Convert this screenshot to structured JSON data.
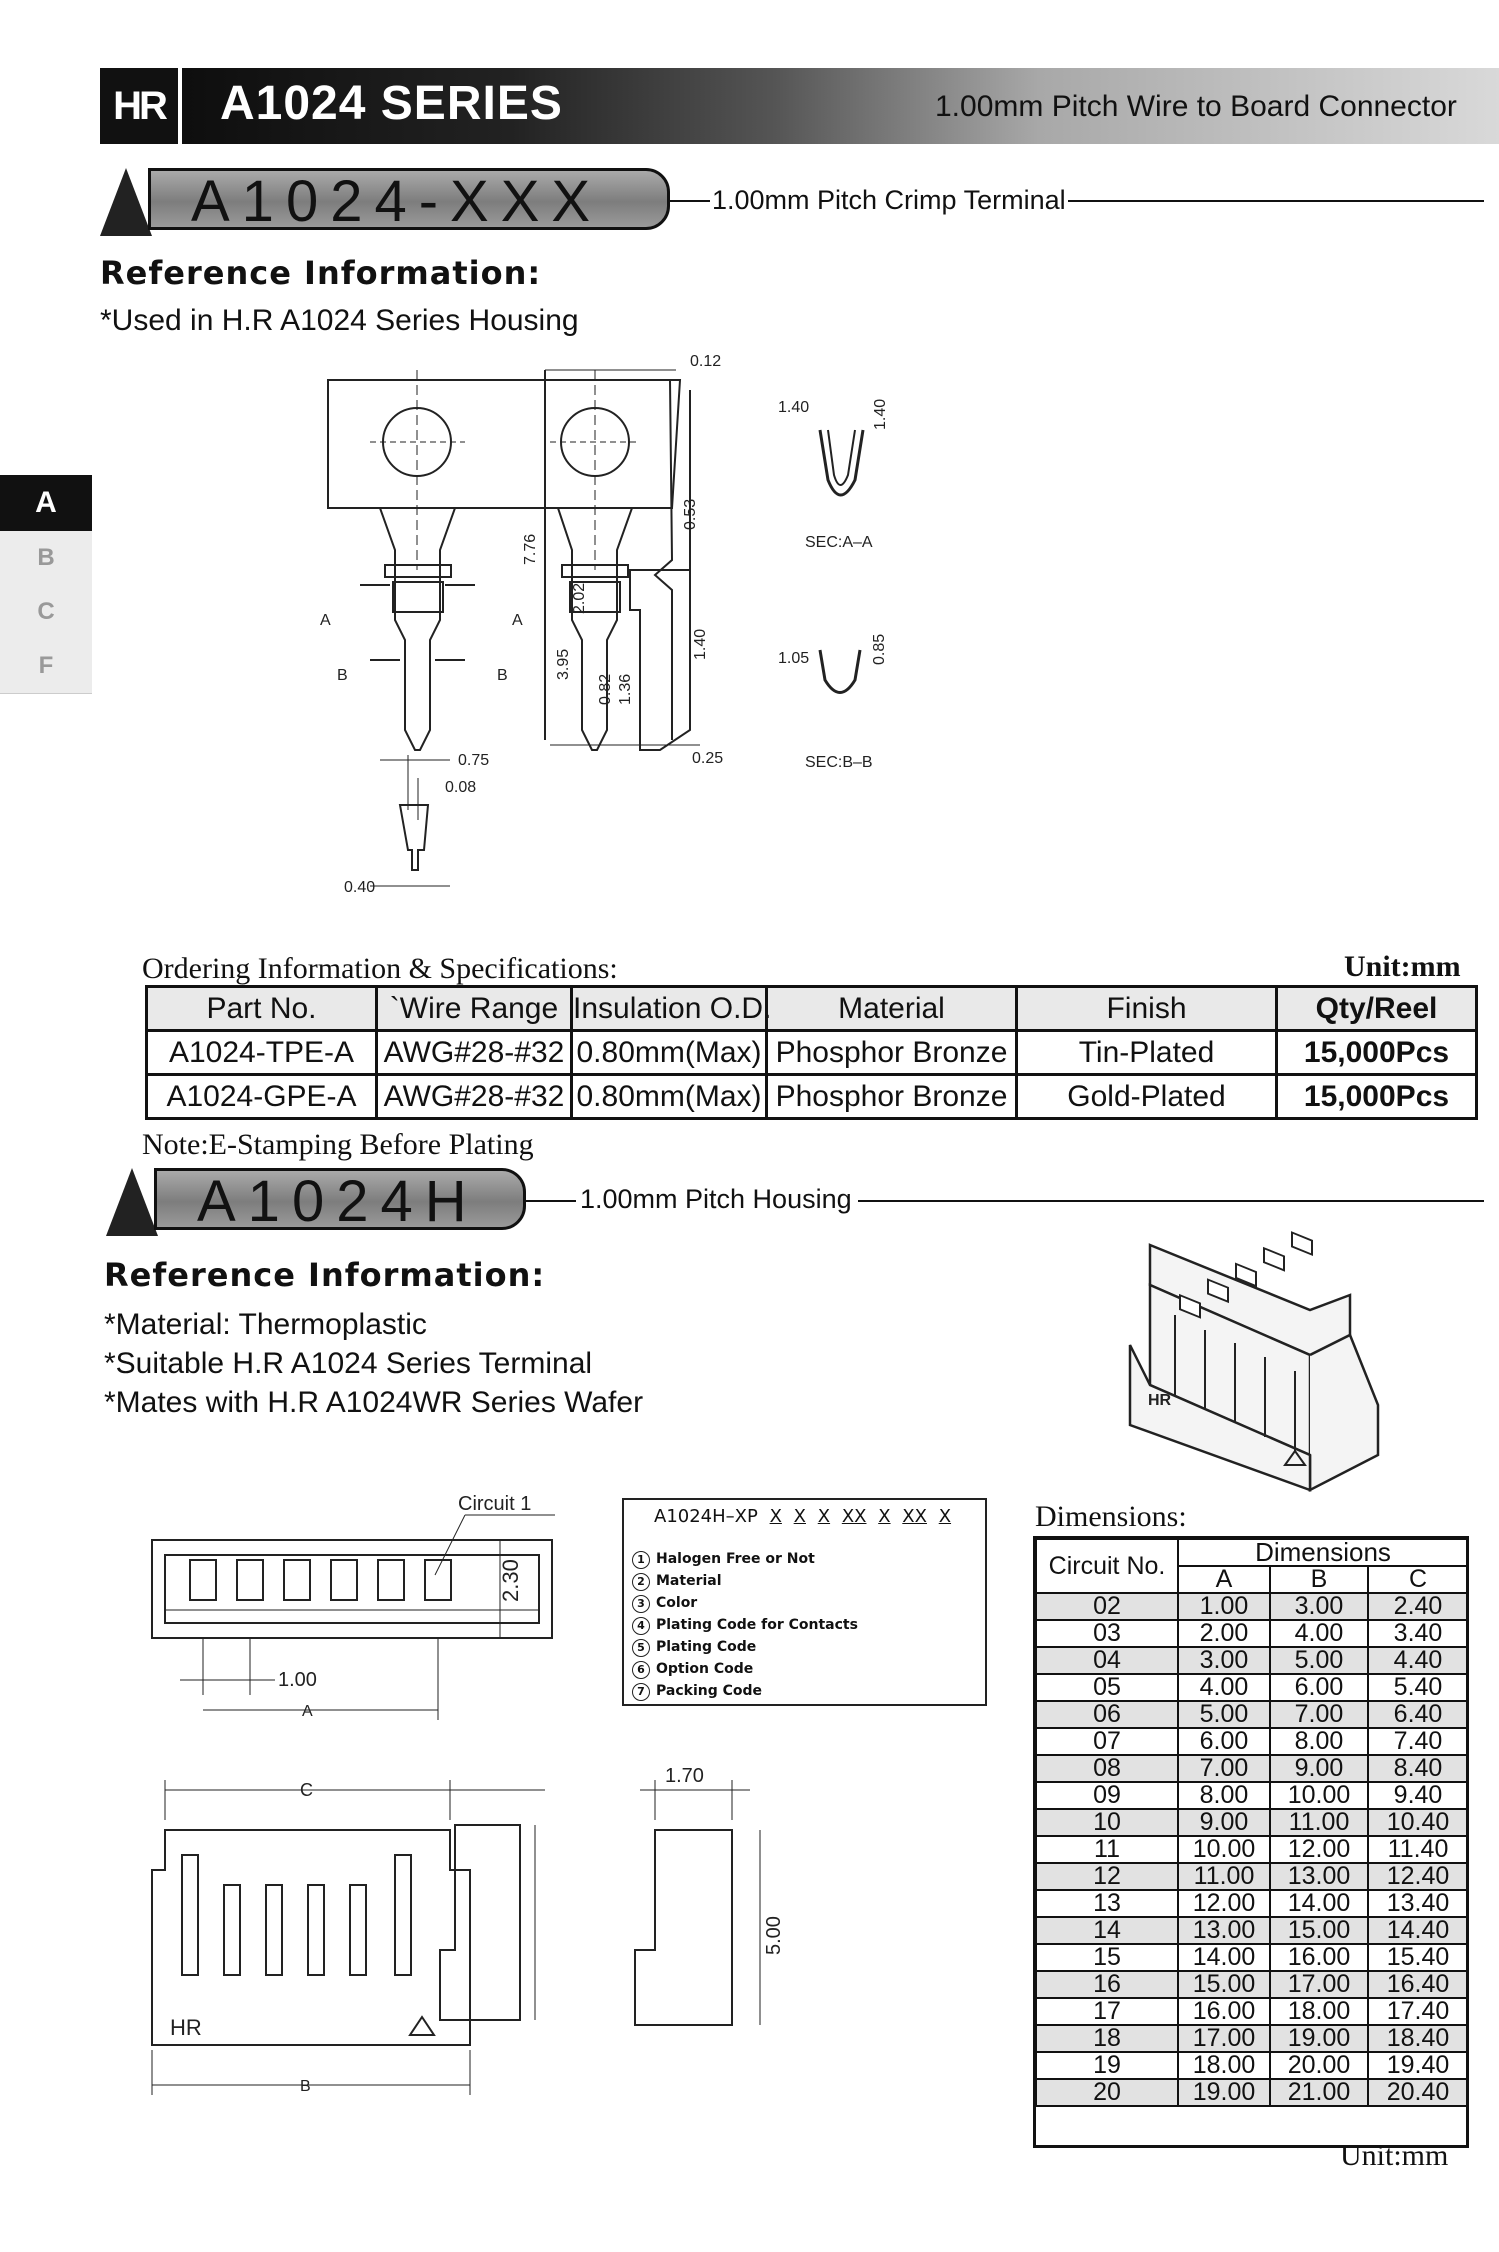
{
  "header": {
    "logo": "HR",
    "series_title": "A1024 SERIES",
    "series_subtitle": "1.00mm Pitch Wire to Board Connector"
  },
  "side_tabs": [
    "A",
    "B",
    "C",
    "F"
  ],
  "terminal_section": {
    "banner_title": "A1024-XXX",
    "banner_subtitle": "1.00mm Pitch Crimp Terminal",
    "ref_heading": "Reference Information:",
    "bullets": [
      "*Used in H.R A1024 Series Housing"
    ],
    "drawing_labels": {
      "dim_012": "0.12",
      "dim_053": "0.53",
      "dim_776": "7.76",
      "dim_202": "2.02",
      "dim_395": "3.95",
      "dim_082": "0.82",
      "dim_136": "1.36",
      "dim_140": "1.40",
      "dim_025": "0.25",
      "dim_075": "0.75",
      "dim_008": "0.08",
      "dim_040": "0.40",
      "sec_a_w": "1.40",
      "sec_a_h": "1.40",
      "sec_a": "SEC:A–A",
      "sec_b_w": "1.05",
      "sec_b_h": "0.85",
      "sec_b": "SEC:B–B",
      "mark_a": "A",
      "mark_b": "B"
    }
  },
  "ordering": {
    "label": "Ordering Information & Specifications:",
    "unit": "Unit:mm",
    "headers": [
      "Part No.",
      "`Wire Range",
      "Insulation O.D.",
      "Material",
      "Finish",
      "Qty/Reel"
    ],
    "rows": [
      [
        "A1024-TPE-A",
        "AWG#28-#32",
        "0.80mm(Max)",
        "Phosphor Bronze",
        "Tin-Plated",
        "15,000Pcs"
      ],
      [
        "A1024-GPE-A",
        "AWG#28-#32",
        "0.80mm(Max)",
        "Phosphor Bronze",
        "Gold-Plated",
        "15,000Pcs"
      ]
    ],
    "note": "Note:E-Stamping Before Plating"
  },
  "housing_section": {
    "banner_title": "A1024H",
    "banner_subtitle": "1.00mm Pitch Housing",
    "ref_heading": "Reference Information:",
    "bullets": [
      "*Material: Thermoplastic",
      "*Suitable H.R A1024 Series Terminal",
      "*Mates with H.R A1024WR Series Wafer"
    ],
    "drawing_labels": {
      "circuit_1": "Circuit  1",
      "dim_230": "2.30",
      "dim_100": "1.00",
      "label_a": "A",
      "label_c": "C",
      "label_b": "B",
      "dim_170": "1.70",
      "dim_500": "5.00",
      "hr_mark": "HR"
    }
  },
  "part_code": {
    "code": "A1024H–XP",
    "slots": [
      "X",
      "X",
      "X",
      "XX",
      "X",
      "XX",
      "X"
    ],
    "items": [
      {
        "n": "1",
        "label": "Halogen Free or Not"
      },
      {
        "n": "2",
        "label": "Material"
      },
      {
        "n": "3",
        "label": "Color"
      },
      {
        "n": "4",
        "label": "Plating Code for Contacts"
      },
      {
        "n": "5",
        "label": "Plating Code"
      },
      {
        "n": "6",
        "label": "Option Code"
      },
      {
        "n": "7",
        "label": "Packing Code"
      }
    ]
  },
  "dimensions": {
    "label": "Dimensions:",
    "header_circuit": "Circuit No.",
    "header_dims": "Dimensions",
    "columns": [
      "A",
      "B",
      "C"
    ],
    "rows": [
      [
        "02",
        "1.00",
        "3.00",
        "2.40"
      ],
      [
        "03",
        "2.00",
        "4.00",
        "3.40"
      ],
      [
        "04",
        "3.00",
        "5.00",
        "4.40"
      ],
      [
        "05",
        "4.00",
        "6.00",
        "5.40"
      ],
      [
        "06",
        "5.00",
        "7.00",
        "6.40"
      ],
      [
        "07",
        "6.00",
        "8.00",
        "7.40"
      ],
      [
        "08",
        "7.00",
        "9.00",
        "8.40"
      ],
      [
        "09",
        "8.00",
        "10.00",
        "9.40"
      ],
      [
        "10",
        "9.00",
        "11.00",
        "10.40"
      ],
      [
        "11",
        "10.00",
        "12.00",
        "11.40"
      ],
      [
        "12",
        "11.00",
        "13.00",
        "12.40"
      ],
      [
        "13",
        "12.00",
        "14.00",
        "13.40"
      ],
      [
        "14",
        "13.00",
        "15.00",
        "14.40"
      ],
      [
        "15",
        "14.00",
        "16.00",
        "15.40"
      ],
      [
        "16",
        "15.00",
        "17.00",
        "16.40"
      ],
      [
        "17",
        "16.00",
        "18.00",
        "17.40"
      ],
      [
        "18",
        "17.00",
        "19.00",
        "18.40"
      ],
      [
        "19",
        "18.00",
        "20.00",
        "19.40"
      ],
      [
        "20",
        "19.00",
        "21.00",
        "20.40"
      ]
    ],
    "unit": "Unit:mm"
  }
}
